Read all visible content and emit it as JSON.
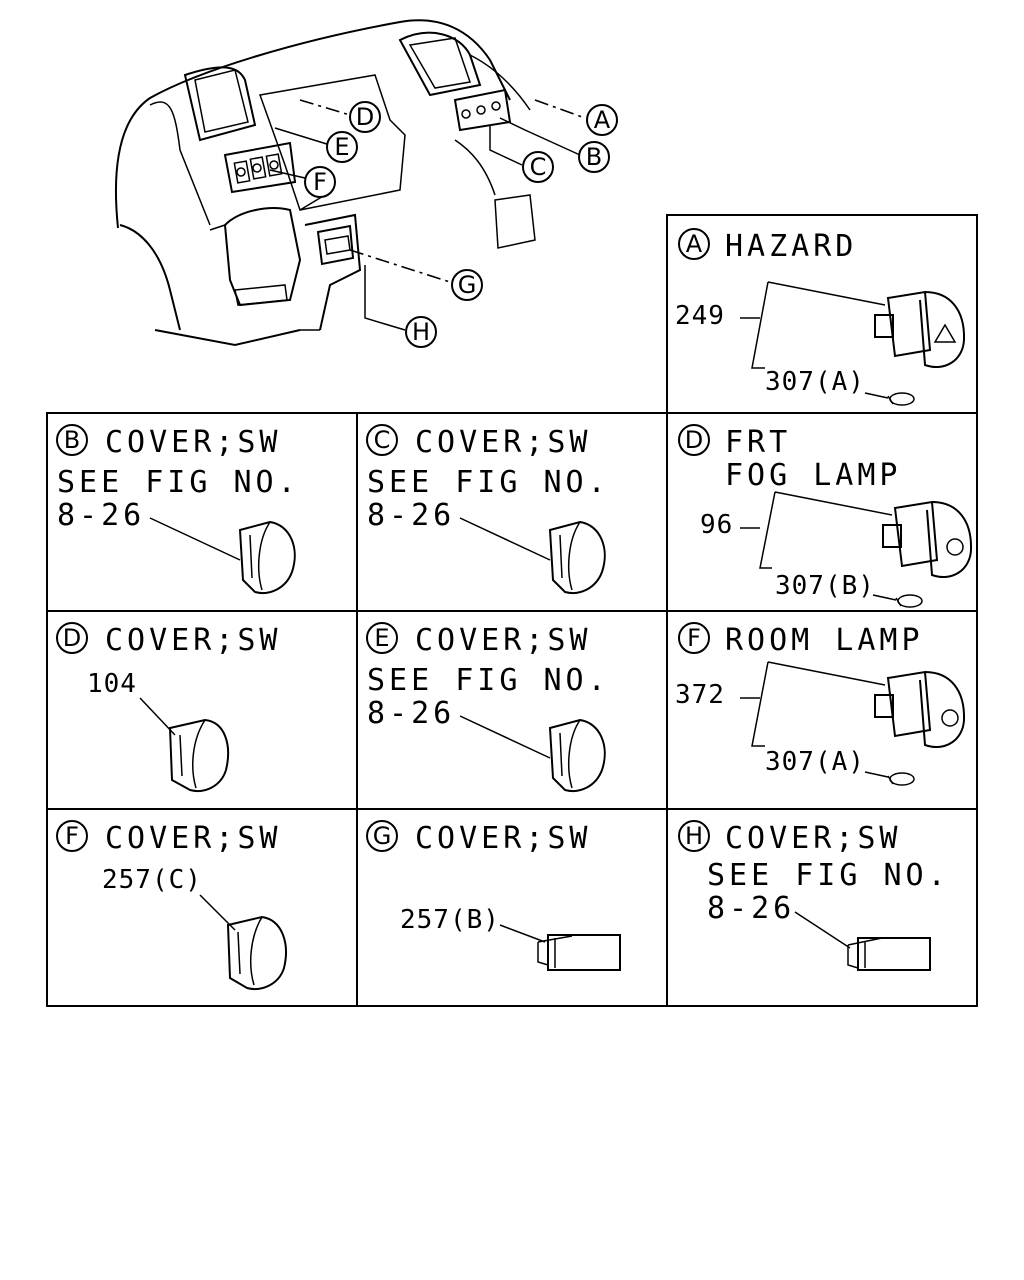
{
  "callouts": {
    "A": "A",
    "B": "B",
    "C": "C",
    "D": "D",
    "E": "E",
    "F": "F",
    "G": "G",
    "H": "H"
  },
  "panels": {
    "hazard": {
      "letter": "A",
      "title": "HAZARD",
      "part_switch": "249",
      "part_bulb": "307(A)"
    },
    "cover_b": {
      "letter": "B",
      "title": "COVER;SW",
      "line2": "SEE FIG NO.",
      "line3": "8-26"
    },
    "cover_c": {
      "letter": "C",
      "title": "COVER;SW",
      "line2": "SEE FIG NO.",
      "line3": "8-26"
    },
    "fog": {
      "letter": "D",
      "title": "FRT",
      "title2": "FOG LAMP",
      "part_switch": "96",
      "part_bulb": "307(B)"
    },
    "cover_d": {
      "letter": "D",
      "title": "COVER;SW",
      "part": "104"
    },
    "cover_e": {
      "letter": "E",
      "title": "COVER;SW",
      "line2": "SEE FIG NO.",
      "line3": "8-26"
    },
    "room": {
      "letter": "F",
      "title": "ROOM LAMP",
      "part_switch": "372",
      "part_bulb": "307(A)"
    },
    "cover_f": {
      "letter": "F",
      "title": "COVER;SW",
      "part": "257(C)"
    },
    "cover_g": {
      "letter": "G",
      "title": "COVER;SW",
      "part": "257(B)"
    },
    "cover_h": {
      "letter": "H",
      "title": "COVER;SW",
      "line2": "SEE FIG NO.",
      "line3": "8-26"
    }
  }
}
